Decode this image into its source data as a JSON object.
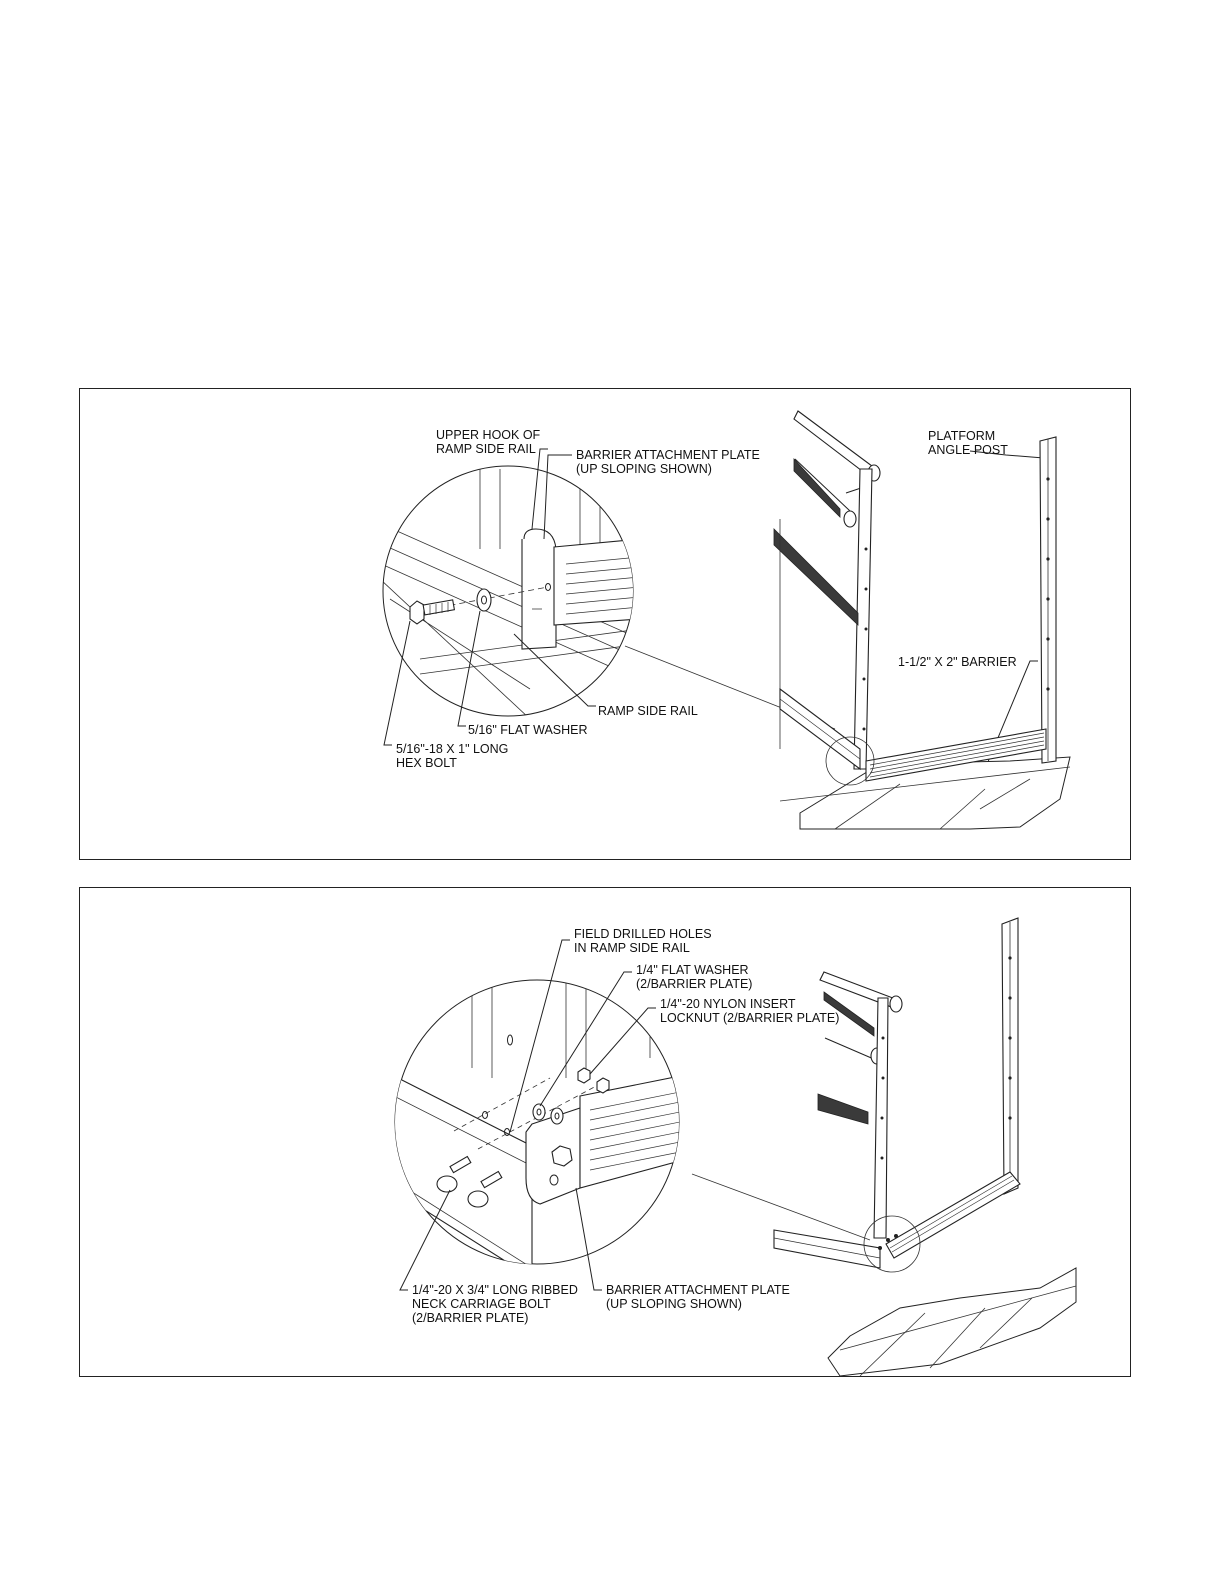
{
  "figure_1": {
    "labels": {
      "upper_hook_1": "UPPER HOOK OF",
      "upper_hook_2": "RAMP SIDE RAIL",
      "plate_1": "BARRIER ATTACHMENT PLATE",
      "plate_2": "(UP SLOPING SHOWN)",
      "post_1": "PLATFORM",
      "post_2": "ANGLE POST",
      "barrier": "1-1/2\" X 2\" BARRIER",
      "side_rail": "RAMP SIDE RAIL",
      "washer": "5/16\" FLAT WASHER",
      "bolt_1": "5/16\"-18 X 1\" LONG",
      "bolt_2": "HEX BOLT"
    }
  },
  "figure_2": {
    "labels": {
      "holes_1": "FIELD DRILLED HOLES",
      "holes_2": "IN RAMP SIDE RAIL",
      "washer_1": "1/4\" FLAT WASHER",
      "washer_2": "(2/BARRIER PLATE)",
      "locknut_1": "1/4\"-20 NYLON INSERT",
      "locknut_2": "LOCKNUT (2/BARRIER PLATE)",
      "carriage_1": "1/4\"-20 X 3/4\" LONG RIBBED",
      "carriage_2": "NECK CARRIAGE BOLT",
      "carriage_3": "(2/BARRIER PLATE)",
      "plate_1": "BARRIER ATTACHMENT PLATE",
      "plate_2": "(UP SLOPING SHOWN)"
    }
  }
}
